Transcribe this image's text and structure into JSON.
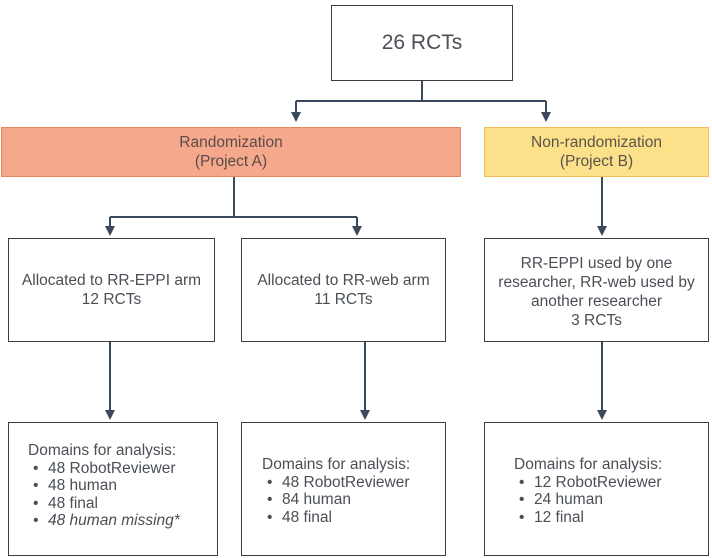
{
  "top": {
    "label": "26 RCTs"
  },
  "project_a": {
    "line1": "Randomization",
    "line2": "(Project A)"
  },
  "project_b": {
    "line1": "Non-randomization",
    "line2": "(Project B)"
  },
  "arm_eppi": {
    "line1": "Allocated to RR-EPPI arm",
    "line2": "12 RCTs"
  },
  "arm_web": {
    "line1": "Allocated to RR-web arm",
    "line2": "11 RCTs"
  },
  "arm_b": {
    "line1": "RR-EPPI used by one",
    "line2": "researcher, RR-web used by",
    "line3": "another researcher",
    "line4": "3 RCTs"
  },
  "domains_eppi": {
    "heading": "Domains for analysis:",
    "items": [
      "48 RobotReviewer",
      "48 human",
      "48 final",
      "48 human missing*"
    ]
  },
  "domains_web": {
    "heading": "Domains for analysis:",
    "items": [
      "48 RobotReviewer",
      "84 human",
      "48 final"
    ]
  },
  "domains_b": {
    "heading": "Domains for analysis:",
    "items": [
      "12 RobotReviewer",
      "24 human",
      "12 final"
    ]
  },
  "colors": {
    "project_a_fill": "#f5a88b",
    "project_b_fill": "#fde08a",
    "line": "#3a4a5c"
  }
}
